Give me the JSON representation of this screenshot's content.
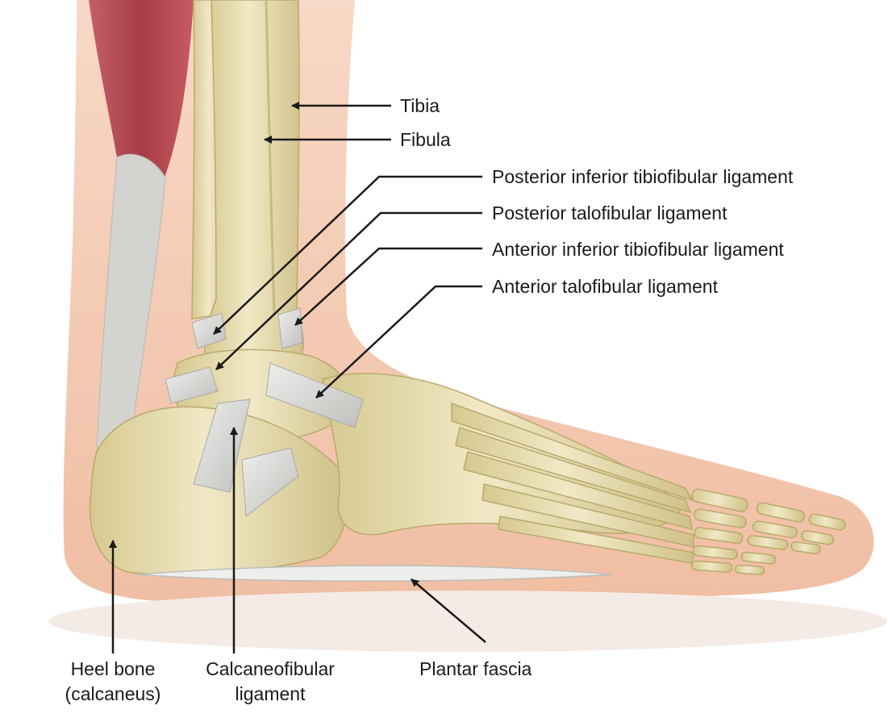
{
  "labels": {
    "tibia": "Tibia",
    "fibula": "Fibula",
    "posterior_inferior_tibiofibular": "Posterior inferior tibiofibular ligament",
    "posterior_talofibular": "Posterior talofibular ligament",
    "anterior_inferior_tibiofibular": "Anterior inferior tibiofibular ligament",
    "anterior_talofibular": "Anterior talofibular ligament",
    "heel_bone_line1": "Heel bone",
    "heel_bone_line2": "(calcaneus)",
    "calcaneofibular_line1": "Calcaneofibular",
    "calcaneofibular_line2": "ligament",
    "plantar_fascia": "Plantar fascia"
  },
  "colors": {
    "skin": "#f3c2a8",
    "skin_light": "#f8d9c7",
    "muscle": "#b0454d",
    "tendon": "#d3d3d0",
    "bone": "#e7ddb1",
    "bone_shadow": "#c2b476",
    "ligament": "#d9d9d6",
    "arrow": "#1a1a1a"
  }
}
